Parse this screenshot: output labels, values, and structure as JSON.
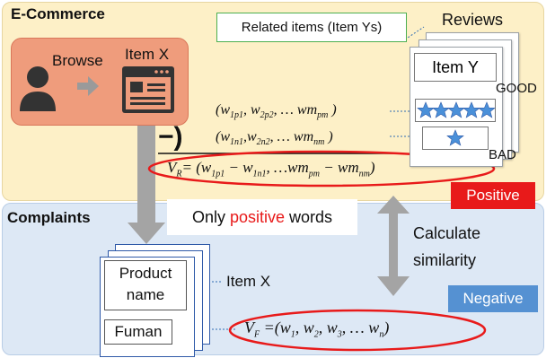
{
  "sections": {
    "ecommerce": "E-Commerce",
    "complaints": "Complaints"
  },
  "browse": {
    "label": "Browse",
    "item": "Item X"
  },
  "related_items": "Related items (Item Ys)",
  "reviews": {
    "title": "Reviews",
    "item": "Item Y",
    "good": "GOOD",
    "bad": "BAD"
  },
  "vectors": {
    "positive_pairs": [
      "(w",
      "1p1",
      ", w",
      "2p2",
      ", … wm",
      "pm",
      " )"
    ],
    "negative_pairs": [
      "(w",
      "1n1",
      ",w",
      "2n2",
      ", … wm",
      "nm",
      " )"
    ],
    "minus": "−)",
    "vr": {
      "lhs": "V",
      "lhs_sub": "R",
      "rhs_open": "= (w",
      "s1": "1p1",
      "mid1": " − w",
      "s2": "1n1",
      "mid2": ", …wm",
      "s3": "pm",
      "mid3": " − wm",
      "s4": "nm",
      "close": ")"
    },
    "vf": {
      "lhs": "V",
      "lhs_sub": "F",
      "rhs": " =(w",
      "s1": "1",
      "t1": ", w",
      "s2": "2",
      "t2": ", w",
      "s3": "3",
      "t3": ", … w",
      "s4": "n",
      "close": ")"
    }
  },
  "labels": {
    "only_prefix": "Only ",
    "only_highlight": "positive",
    "only_suffix": " words",
    "positive": "Positive",
    "negative": "Negative",
    "calculate": "Calculate",
    "similarity": "similarity",
    "item_x": "Item X"
  },
  "document": {
    "product": "Product",
    "name": "name",
    "fuman": "Fuman"
  },
  "colors": {
    "positive": "#e81a1a",
    "negative": "#5591d2",
    "ecommerce_bg": "#fdf0c7",
    "complaints_bg": "#dde8f5",
    "browse_bg": "#ef9c7c"
  }
}
